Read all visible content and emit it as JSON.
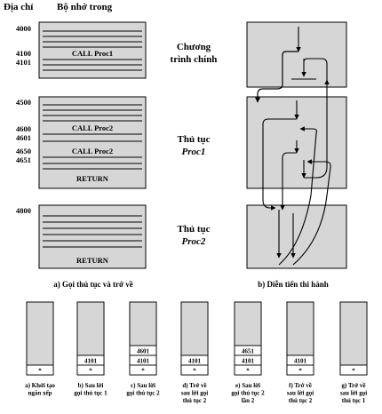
{
  "header": {
    "address": "Địa chỉ",
    "memory": "Bộ nhớ trong"
  },
  "memory_blocks": [
    {
      "addresses": [
        "4000",
        "4100",
        "4101"
      ],
      "labels": [
        "CALL Proc1"
      ]
    },
    {
      "addresses": [
        "4500",
        "4600",
        "4601",
        "4650",
        "4651"
      ],
      "labels": [
        "CALL Proc2",
        "CALL Proc2",
        "RETURN"
      ]
    },
    {
      "addresses": [
        "4800"
      ],
      "labels": [
        "RETURN"
      ]
    }
  ],
  "side_labels": {
    "main": [
      "Chương",
      "trình chính"
    ],
    "proc1": [
      "Thủ tục",
      "Proc1"
    ],
    "proc2": [
      "Thủ tục",
      "Proc2"
    ]
  },
  "captions": {
    "a": "a) Gọi thủ tục và trở về",
    "b": "b) Diễn tiến thi hành"
  },
  "stacks": [
    {
      "entries": [
        "*"
      ],
      "caption": [
        "a) Khởi tạo",
        "ngăn xếp"
      ]
    },
    {
      "entries": [
        "4101",
        "*"
      ],
      "caption": [
        "b) Sau lời",
        "gọi thủ tục 1"
      ]
    },
    {
      "entries": [
        "4601",
        "4101",
        "*"
      ],
      "caption": [
        "c) Sau lời",
        "gọi thủ tục 2"
      ]
    },
    {
      "entries": [
        "4101",
        "*"
      ],
      "caption": [
        "d) Trở về",
        "sau lời gọi",
        "thủ tục 2"
      ]
    },
    {
      "entries": [
        "4651",
        "4101",
        "*"
      ],
      "caption": [
        "e) Sau lời",
        "gọi thủ tục 2",
        "lần 2"
      ]
    },
    {
      "entries": [
        "4101",
        "*"
      ],
      "caption": [
        "f) Trở về",
        "sau lời gọi",
        "thủ tục 2"
      ]
    },
    {
      "entries": [
        "*"
      ],
      "caption": [
        "g) Trở về",
        "sau lời gọi",
        "thủ tục 1"
      ]
    }
  ]
}
